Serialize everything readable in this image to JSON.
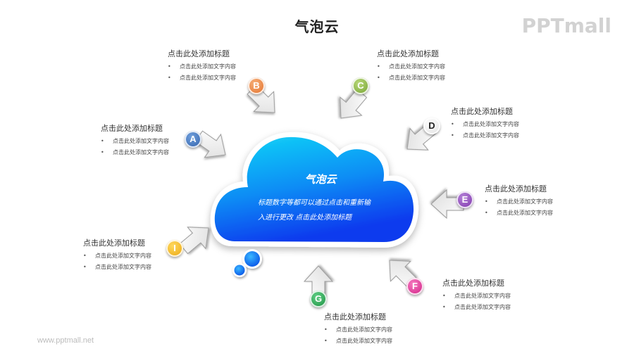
{
  "header": {
    "title": "气泡云",
    "brand": "PPTmall"
  },
  "footer": {
    "url": "www.pptmall.net"
  },
  "cloud": {
    "title": "气泡云",
    "body_line1": "标题数字等都可以通过点击和重新输",
    "body_line2": "入进行更改 点击此处添加标题",
    "colors": {
      "top": "#12d0f5",
      "bottom": "#0a3cf0",
      "border": "#ffffff"
    }
  },
  "items": [
    {
      "letter": "A",
      "color": "#3a6fb8",
      "title": "点击此处添加标题",
      "bullets": [
        "点击此处添加文字内容",
        "点击此处添加文字内容"
      ]
    },
    {
      "letter": "B",
      "color": "#e8823a",
      "title": "点击此处添加标题",
      "bullets": [
        "点击此处添加文字内容",
        "点击此处添加文字内容"
      ]
    },
    {
      "letter": "C",
      "color": "#8ab543",
      "title": "点击此处添加标题",
      "bullets": [
        "点击此处添加文字内容",
        "点击此处添加文字内容"
      ]
    },
    {
      "letter": "D",
      "color": "#f2f2f2",
      "title": "点击此处添加标题",
      "bullets": [
        "点击此处添加文字内容",
        "点击此处添加文字内容"
      ]
    },
    {
      "letter": "E",
      "color": "#8e44b8",
      "title": "点击此处添加标题",
      "bullets": [
        "点击此处添加文字内容",
        "点击此处添加文字内容"
      ]
    },
    {
      "letter": "F",
      "color": "#e0258f",
      "title": "点击此处添加标题",
      "bullets": [
        "点击此处添加文字内容",
        "点击此处添加文字内容"
      ]
    },
    {
      "letter": "G",
      "color": "#1f9a45",
      "title": "点击此处添加标题",
      "bullets": [
        "点击此处添加文字内容",
        "点击此处添加文字内容"
      ]
    },
    {
      "letter": "I",
      "color": "#f0b414",
      "title": "点击此处添加标题",
      "bullets": [
        "点击此处添加文字内容",
        "点击此处添加文字内容"
      ]
    }
  ]
}
